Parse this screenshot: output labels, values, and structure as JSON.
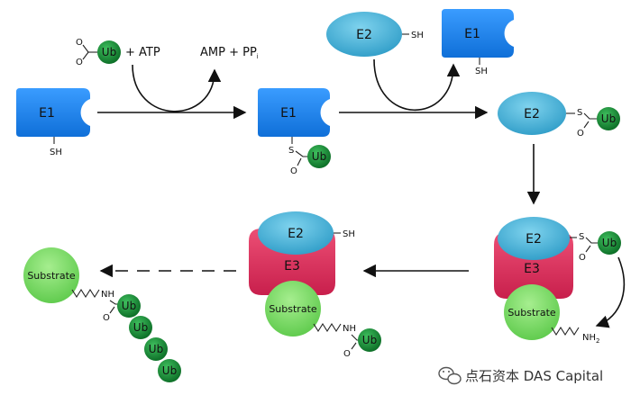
{
  "colors": {
    "e1": "#1e88f0",
    "e2": "#4fb6d8",
    "e3": "#e0335f",
    "ub": "#0f8a32",
    "substrate": "#7ddd66",
    "arrow": "#111111"
  },
  "labels": {
    "e1": "E1",
    "e2": "E2",
    "e3": "E3",
    "ub": "Ub",
    "substrate": "Substrate",
    "sh": "SH",
    "s": "S",
    "o": "O",
    "nh": "NH",
    "nh2": "NH",
    "nh2_sub": "2",
    "plus_atp": "+ ATP",
    "amp_pp": "AMP + PP",
    "amp_pp_sub": "i"
  },
  "watermark": {
    "text": "点石资本 DAS Capital",
    "icon": "wechat-icon"
  }
}
